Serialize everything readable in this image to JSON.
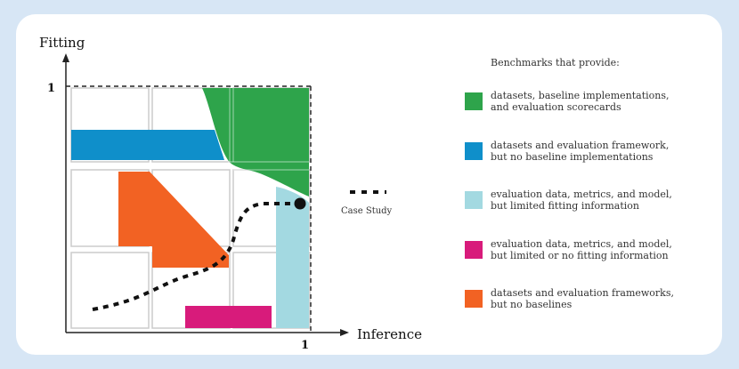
{
  "axes": {
    "y_title": "Fitting",
    "x_title": "Inference",
    "y_max_label": "1",
    "x_max_label": "1"
  },
  "case_study": {
    "label": "Case Study"
  },
  "legend": {
    "title": "Benchmarks that provide:",
    "items": [
      {
        "line1": "datasets, baseline implementations,",
        "line2": "and evaluation scorecards",
        "color": "#2ea44b"
      },
      {
        "line1": "datasets and evaluation framework,",
        "line2": "but no baseline implementations",
        "color": "#0f8fca"
      },
      {
        "line1": "evaluation data, metrics, and model,",
        "line2": "but limited fitting information",
        "color": "#a3d9e1"
      },
      {
        "line1": "evaluation data, metrics, and model,",
        "line2": "but limited or no fitting information",
        "color": "#d81b7b"
      },
      {
        "line1": "datasets and evaluation frameworks,",
        "line2": "but no baselines",
        "color": "#f26223"
      }
    ]
  },
  "colors": {
    "background": "#d7e6f5",
    "grid_line": "#cccccc",
    "axis": "#222222"
  }
}
